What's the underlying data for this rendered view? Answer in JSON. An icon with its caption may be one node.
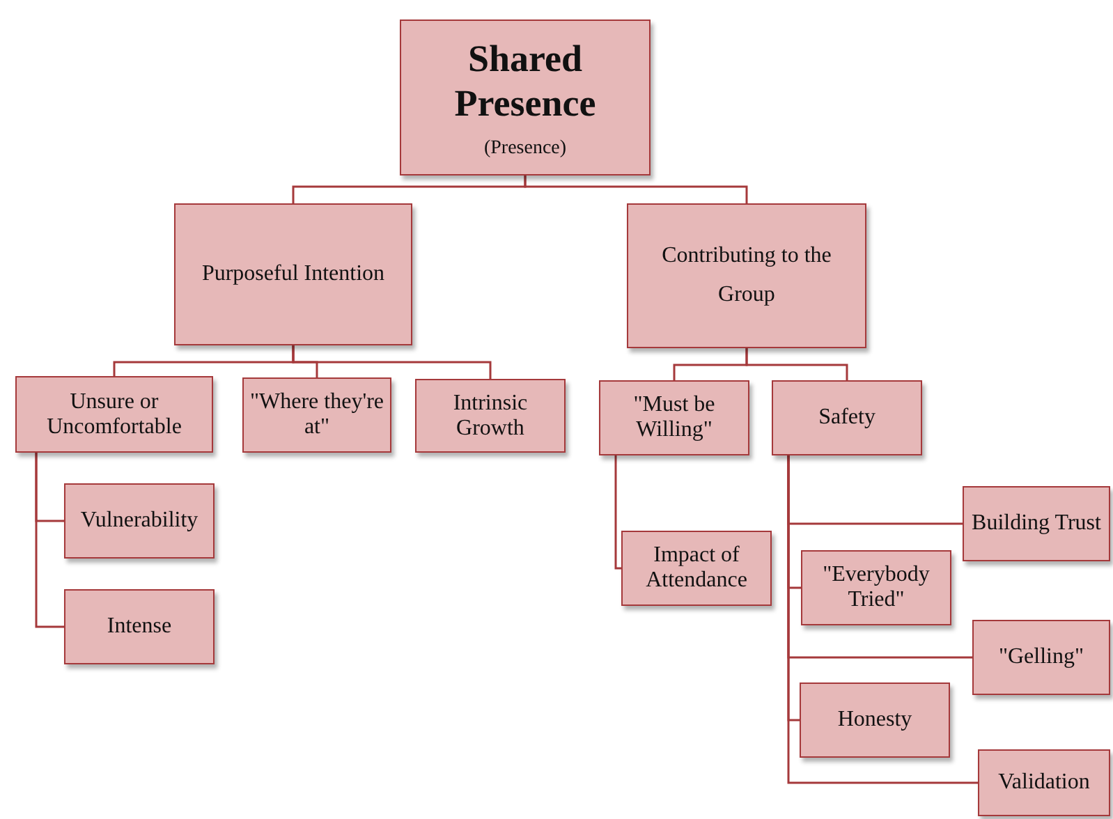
{
  "diagram": {
    "nodes": [
      {
        "text": [
          "Shared Presence",
          "(Presence)"
        ]
      },
      {
        "text": [
          "Purposeful Intention"
        ]
      },
      {
        "text": [
          "Contributing to the Group"
        ]
      },
      {
        "text": [
          "Unsure or Uncomfortable"
        ]
      },
      {
        "text": [
          "\"Where they're at\""
        ]
      },
      {
        "text": [
          "Intrinsic Growth"
        ]
      },
      {
        "text": [
          "Vulnerability"
        ]
      },
      {
        "text": [
          "Intense"
        ]
      },
      {
        "text": [
          "\"Must be Willing\""
        ]
      },
      {
        "text": [
          "Safety"
        ]
      },
      {
        "text": [
          "Impact of Attendance"
        ]
      },
      {
        "text": [
          "Building Trust"
        ]
      },
      {
        "text": [
          "\"Everybody Tried\""
        ]
      },
      {
        "text": [
          "\"Gelling\""
        ]
      },
      {
        "text": [
          "Honesty"
        ]
      },
      {
        "text": [
          "Validation"
        ]
      }
    ],
    "edges": [
      {
        "from": 0,
        "to": 1,
        "arrow": "none"
      },
      {
        "from": 0,
        "to": 2,
        "arrow": "none"
      },
      {
        "from": 1,
        "to": 3,
        "arrow": "none"
      },
      {
        "from": 1,
        "to": 4,
        "arrow": "none"
      },
      {
        "from": 1,
        "to": 5,
        "arrow": "none"
      },
      {
        "from": 2,
        "to": 8,
        "arrow": "none"
      },
      {
        "from": 2,
        "to": 9,
        "arrow": "none"
      },
      {
        "from": 3,
        "to": 6,
        "arrow": "none"
      },
      {
        "from": 3,
        "to": 7,
        "arrow": "none"
      },
      {
        "from": 8,
        "to": 10,
        "arrow": "none"
      },
      {
        "from": 9,
        "to": 11,
        "arrow": "none"
      },
      {
        "from": 9,
        "to": 12,
        "arrow": "none"
      },
      {
        "from": 9,
        "to": 13,
        "arrow": "none"
      },
      {
        "from": 9,
        "to": 14,
        "arrow": "none"
      },
      {
        "from": 9,
        "to": 15,
        "arrow": "none"
      }
    ]
  }
}
